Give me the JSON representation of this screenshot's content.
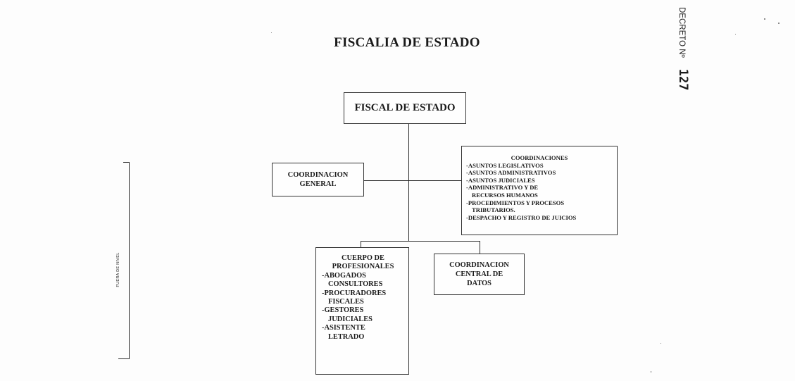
{
  "document": {
    "title": "FISCALIA DE ESTADO",
    "side_note": {
      "decreto_label": "DECRETO Nº",
      "decreto_number": "127"
    },
    "level_bracket_label": "FUERA DE NIVEL"
  },
  "org_chart": {
    "top": {
      "label": "FISCAL DE ESTADO"
    },
    "staff_left": {
      "lines": [
        "COORDINACION",
        "GENERAL"
      ]
    },
    "staff_right": {
      "header": "COORDINACIONES",
      "items": [
        {
          "text": "-ASUNTOS LEGISLATIVOS"
        },
        {
          "text": "-ASUNTOS ADMINISTRATIVOS"
        },
        {
          "text": "-ASUNTOS JUDICIALES"
        },
        {
          "text": "-ADMINISTRATIVO Y DE",
          "cont": "RECURSOS HUMANOS"
        },
        {
          "text": "-PROCEDIMIENTOS Y PROCESOS",
          "cont": "TRIBUTARIOS."
        },
        {
          "text": "-DESPACHO Y REGISTRO DE JUICIOS"
        }
      ]
    },
    "child_left": {
      "header_lines": [
        "CUERPO DE",
        "PROFESIONALES"
      ],
      "items": [
        {
          "text": "-ABOGADOS",
          "cont": "CONSULTORES"
        },
        {
          "text": "-PROCURADORES",
          "cont": "FISCALES"
        },
        {
          "text": "-GESTORES",
          "cont": "JUDICIALES"
        },
        {
          "text": "-ASISTENTE",
          "cont": "LETRADO"
        }
      ]
    },
    "child_right": {
      "lines": [
        "COORDINACION",
        "CENTRAL DE",
        "DATOS"
      ]
    }
  }
}
